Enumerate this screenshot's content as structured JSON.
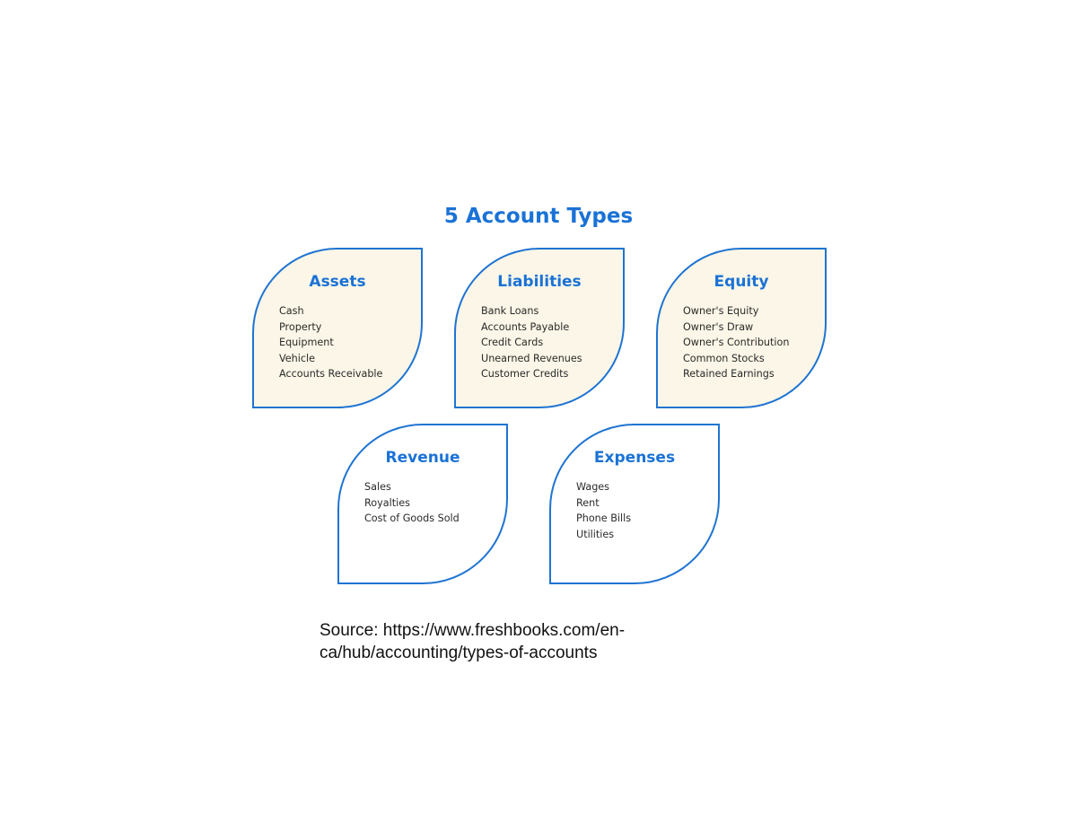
{
  "title": "5 Account Types",
  "colors": {
    "accent": "#1a72d6",
    "border": "#1f74d2",
    "cream_fill": "#fbf6e7",
    "text": "#2a2a2a"
  },
  "accounts": [
    {
      "name": "Assets",
      "items": [
        "Cash",
        "Property",
        "Equipment",
        "Vehicle",
        "Accounts Receivable"
      ]
    },
    {
      "name": "Liabilities",
      "items": [
        "Bank Loans",
        "Accounts Payable",
        "Credit Cards",
        "Unearned Revenues",
        "Customer Credits"
      ]
    },
    {
      "name": "Equity",
      "items": [
        "Owner's Equity",
        "Owner's Draw",
        "Owner's Contribution",
        "Common Stocks",
        "Retained Earnings"
      ]
    },
    {
      "name": "Revenue",
      "items": [
        "Sales",
        "Royalties",
        "Cost of Goods Sold"
      ]
    },
    {
      "name": "Expenses",
      "items": [
        "Wages",
        "Rent",
        "Phone Bills",
        "Utilities"
      ]
    }
  ],
  "source": {
    "line1": "Source: https://www.freshbooks.com/en-",
    "line2": "ca/hub/accounting/types-of-accounts"
  }
}
